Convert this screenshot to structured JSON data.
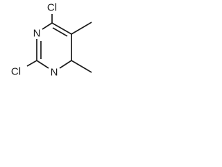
{
  "molecule": {
    "atoms": {
      "cl_top": "Cl",
      "cl_bottom": "Cl",
      "n_upper": "N",
      "n_lower": "N"
    },
    "colors": {
      "ink": "#1a1a1a",
      "background": "#ffffff"
    }
  }
}
